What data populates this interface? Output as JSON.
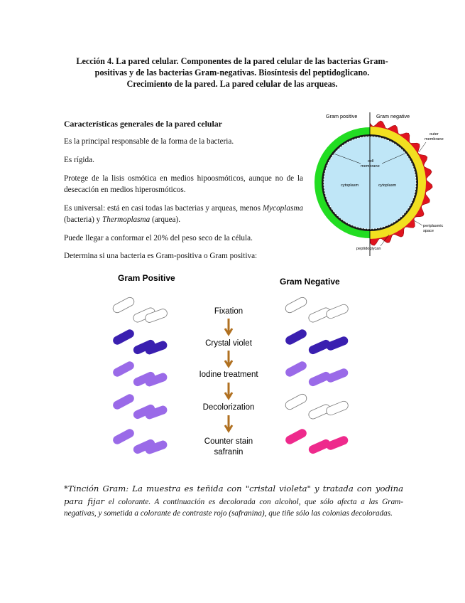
{
  "document": {
    "title_lines": [
      "Lección 4. La pared celular. Componentes de la pared celular de las bacterias Gram-",
      "positivas y de las bacterias Gram-negativas. Biosíntesis del peptidoglicano.",
      "Crecimiento de la pared. La pared celular de las arqueas."
    ],
    "section_heading": "Características generales de la pared celular",
    "p1": "Es la principal responsable de la forma de la bacteria.",
    "p2": "Es rígida.",
    "p3": "Protege de la lisis osmótica en medios hipoosmóticos, aunque no de la desecación en medios hiperosmóticos.",
    "p4_a": "Es universal: está en casi todas las bacterias y arqueas, menos ",
    "p4_b": "Mycoplasma",
    "p4_c": " (bacteria) y ",
    "p4_d": "Thermoplasma",
    "p4_e": " (arquea).",
    "p5": "Puede llegar a conformar el 20% del peso seco de la célula.",
    "p6": "Determina si una bacteria es Gram-positiva o Gram positiva:",
    "caption_script": "*Tinción Gram: La muestra es teñida con \"cristal violeta\" y tratada con yodina para fijar",
    "caption_rest": " el colorante. A continuación es decolorada con alcohol, que sólo afecta a las Gram-negativas, y sometida a colorante de contraste rojo (safranina), que tiñe sólo las colonias decoloradas."
  },
  "cell_wall_figure": {
    "label_left": "Gram positive",
    "label_right": "Gram negative",
    "outer_membrane_1": "outer",
    "outer_membrane_2": "membrane",
    "cell_membrane_1": "cell",
    "cell_membrane_2": "membrane",
    "cytoplasm_left": "cytoplasm",
    "cytoplasm_right": "cytoplasm",
    "periplasmic_1": "periplasmic",
    "periplasmic_2": "space",
    "peptidoglycan": "peptidoglycan",
    "colors": {
      "green_wall": "#22dd22",
      "yellow_space": "#f2e020",
      "red_outer": "#e0141e",
      "cytoplasm": "#bfe6f7"
    }
  },
  "gram_figure": {
    "positive_heading": "Gram Positive",
    "negative_heading": "Gram Negative",
    "steps": [
      "Fixation",
      "Crystal violet",
      "Iodine treatment",
      "Decolorization"
    ],
    "last_step_1": "Counter stain",
    "last_step_2": "safranin",
    "colors": {
      "unstained": "#ffffff",
      "crystal_violet": "#3a1fb0",
      "iodine": "#9a6ae8",
      "safranin": "#ee2a8c",
      "arrow": "#b07020"
    }
  }
}
